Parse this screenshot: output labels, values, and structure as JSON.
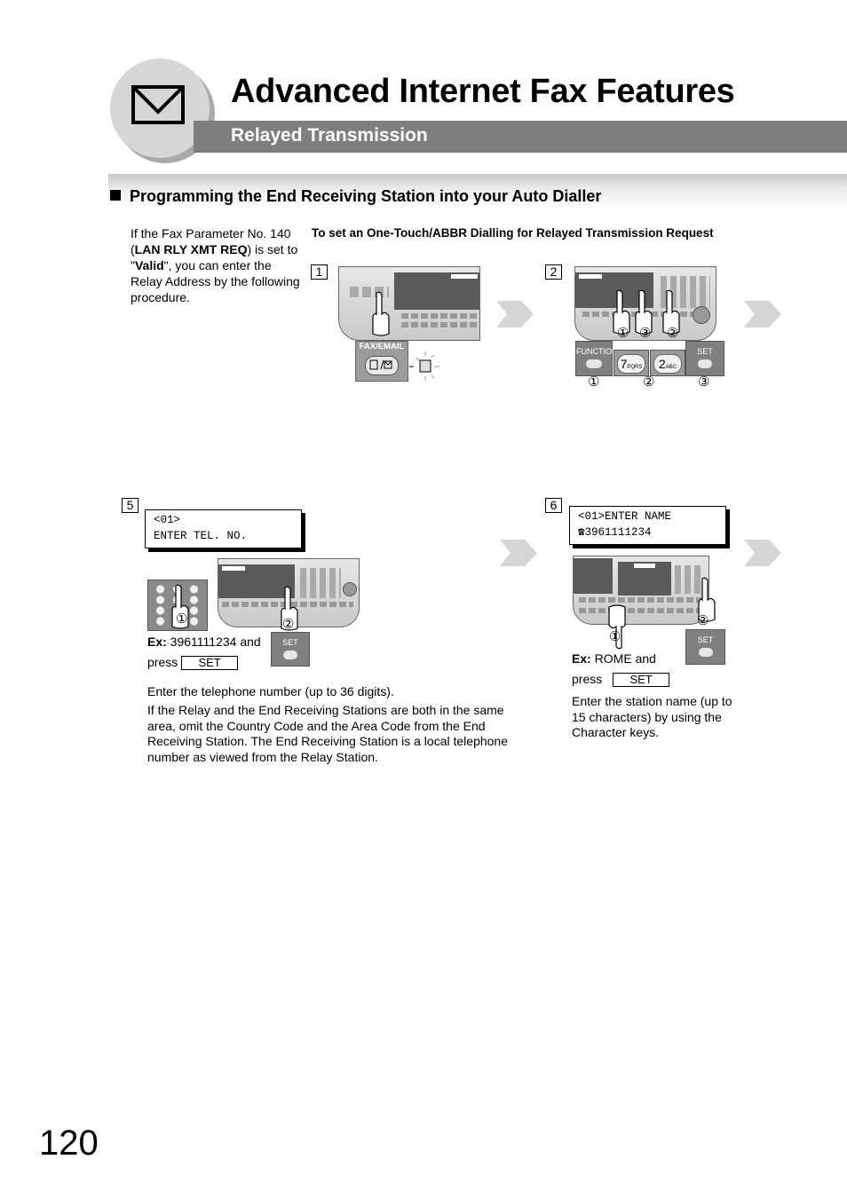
{
  "header": {
    "title": "Advanced Internet Fax Features",
    "subtitle": "Relayed Transmission"
  },
  "section": {
    "title": "Programming the End Receiving Station into your Auto Dialler"
  },
  "intro": {
    "p1": "If the Fax Parameter No. 140 (",
    "bold1": "LAN RLY XMT REQ",
    "p2": ") is set to \"",
    "bold2": "Valid",
    "p3": "\", you can enter the Relay Address by the following procedure."
  },
  "instruction": "To set an One-Touch/ABBR Dialling for Relayed Transmission Request",
  "steps": {
    "s1": {
      "number": "1",
      "button_label": "FAX/EMAIL"
    },
    "s2": {
      "number": "2",
      "keys": [
        "FUNCTION",
        "7",
        "PQRS",
        "2",
        "ABC",
        "SET"
      ],
      "circled": [
        "①",
        "②",
        "③"
      ],
      "hand_labels": [
        "①",
        "③",
        "②"
      ]
    },
    "s5": {
      "number": "5",
      "lcd_line1": "<01>",
      "lcd_line2": "ENTER TEL. NO.",
      "ex_label": "Ex:",
      "ex_value": " 3961111234 and",
      "press": "press",
      "set": "SET",
      "set_key": "SET",
      "hand_labels": [
        "①",
        "②"
      ],
      "note1": "Enter the telephone number (up to 36 digits).",
      "note2": "If the Relay and the End Receiving Stations are both in the same area, omit the Country Code and the Area Code from the End Receiving Station. The End Receiving Station is a local telephone number as viewed from the Relay Station."
    },
    "s6": {
      "number": "6",
      "lcd_line1": "<01>ENTER NAME",
      "lcd_phone_icon": "☎",
      "lcd_line2": "3961111234",
      "ex_label": "Ex:",
      "ex_value": " ROME and",
      "press": "press",
      "set": "SET",
      "set_key": "SET",
      "hand_labels": [
        "①",
        "②"
      ],
      "note": "Enter the station name (up to 15 characters) by using the Character keys."
    }
  },
  "page_number": "120",
  "colors": {
    "gray_bar": "#7e7e7e",
    "circle": "#d6d6d6",
    "key_gray": "#808080"
  }
}
